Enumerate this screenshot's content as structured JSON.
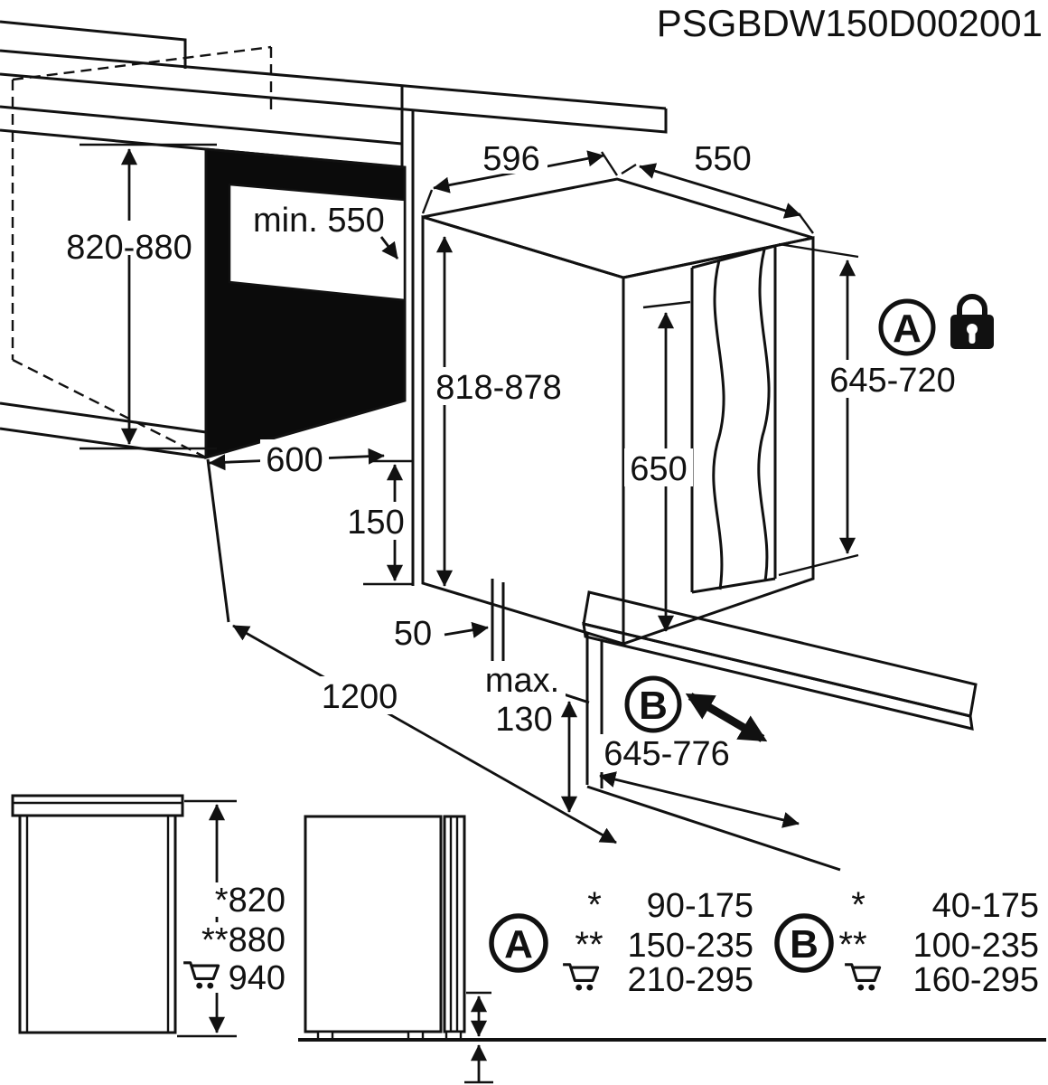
{
  "title": "PSGBDW150D002001",
  "dimensions": {
    "niche_height": "820-880",
    "min_depth": "min. 550",
    "top_width": "596",
    "top_depth": "550",
    "appliance_height": "818-878",
    "furniture_door_height": "650",
    "door_panel_height": "645-720",
    "niche_width": "600",
    "foot_adjustment": "150",
    "side_gap": "50",
    "floor_clearance": "1200",
    "plinth_max_label": "max.",
    "plinth_max_value": "130",
    "sliding_door_range": "645-776"
  },
  "badges": {
    "a": "A",
    "b": "B"
  },
  "icons": {
    "lock": "padlock-icon",
    "cart": "shopping-cart-icon",
    "slide": "double-arrow-icon"
  },
  "front_view": {
    "height_star": "*820",
    "height_dstar": "**880",
    "height_cart": "940"
  },
  "footnotes": {
    "single": "*",
    "double": "**"
  },
  "table_a": {
    "label": "A",
    "rows": [
      "90-175",
      "150-235",
      "210-295"
    ]
  },
  "table_b": {
    "label": "B",
    "rows": [
      "40-175",
      "100-235",
      "160-295"
    ]
  }
}
